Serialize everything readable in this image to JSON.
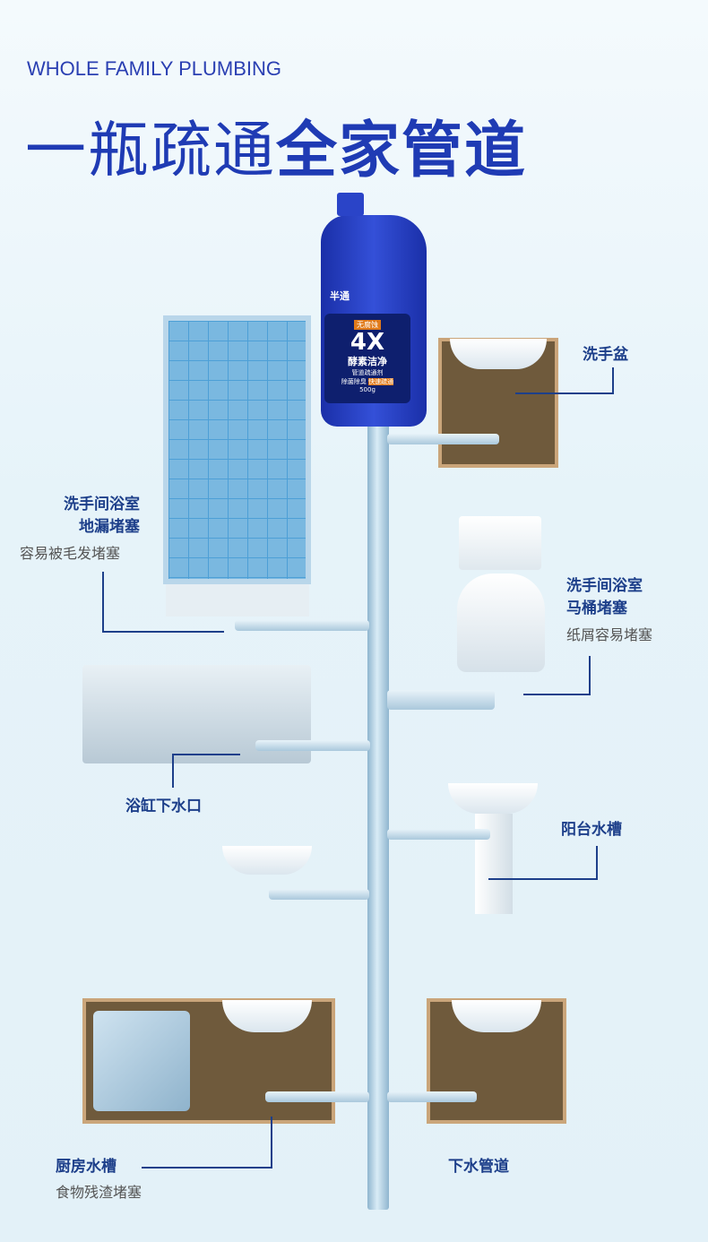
{
  "header": {
    "subtitle": "WHOLE FAMILY PLUMBING",
    "title_thin": "一瓶疏通",
    "title_bold": "全家管道"
  },
  "product": {
    "brand": "半通",
    "badge": "4X",
    "name": "酵素洁净",
    "sub": "管道疏通剂",
    "tag1": "无腐蚀",
    "tag2": "快速疏通",
    "tag3": "除菌除臭",
    "weight": "500g"
  },
  "labels": {
    "washbasin": "洗手盆",
    "shower_title1": "洗手间浴室",
    "shower_title2": "地漏堵塞",
    "shower_note": "容易被毛发堵塞",
    "toilet_title1": "洗手间浴室",
    "toilet_title2": "马桶堵塞",
    "toilet_note": "纸屑容易堵塞",
    "bathtub": "浴缸下水口",
    "balcony": "阳台水槽",
    "kitchen_title": "厨房水槽",
    "kitchen_note": "食物残渣堵塞",
    "drain": "下水管道"
  },
  "colors": {
    "accent": "#1f3bb4",
    "label": "#1d3f8a"
  }
}
